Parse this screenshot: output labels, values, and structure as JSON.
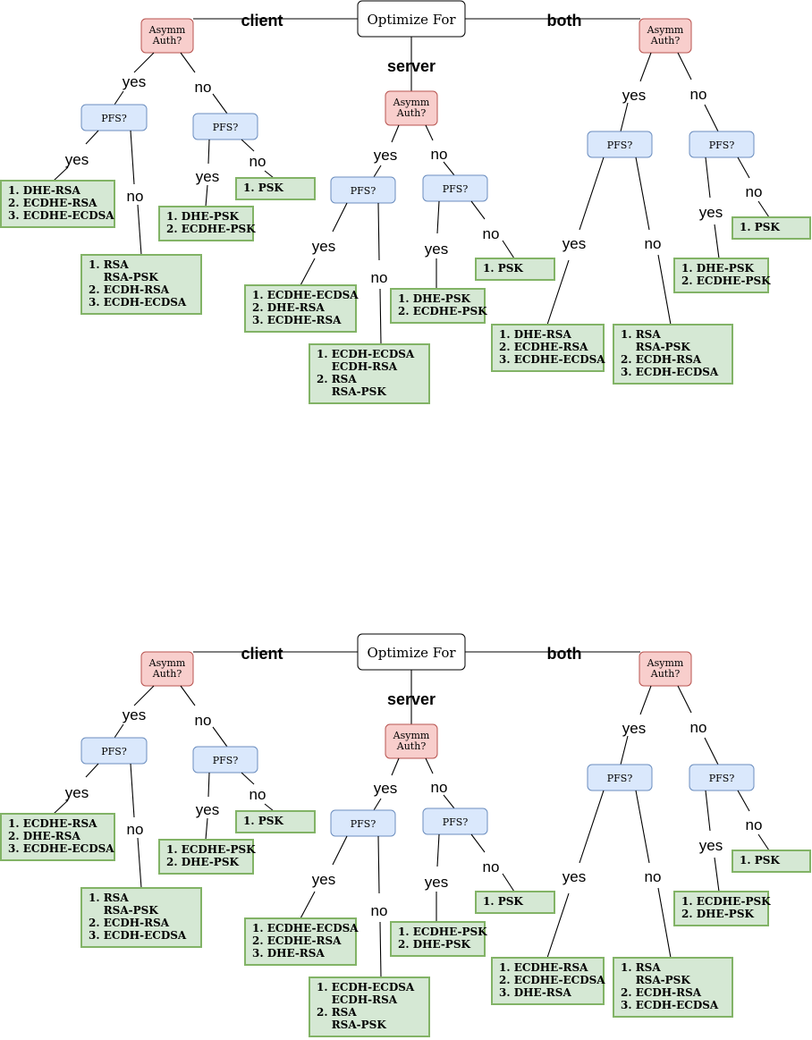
{
  "diagrams": [
    {
      "root": "Optimize For",
      "branches": {
        "client": "client",
        "server": "server",
        "both": "both"
      },
      "auth": "Asymm\nAuth?",
      "pfs": "PFS?",
      "yes": "yes",
      "no": "no",
      "leaves": {
        "client_yes_yes": [
          "1. DHE-RSA",
          "2. ECDHE-RSA",
          "3. ECDHE-ECDSA"
        ],
        "client_yes_no": [
          "1. RSA",
          "    RSA-PSK",
          "2. ECDH-RSA",
          "3. ECDH-ECDSA"
        ],
        "client_no_yes": [
          "1. DHE-PSK",
          "2. ECDHE-PSK"
        ],
        "client_no_no": [
          "1. PSK"
        ],
        "server_yes_yes": [
          "1. ECDHE-ECDSA",
          "2. DHE-RSA",
          "3. ECDHE-RSA"
        ],
        "server_yes_no": [
          "1. ECDH-ECDSA",
          "    ECDH-RSA",
          "2. RSA",
          "    RSA-PSK"
        ],
        "server_no_yes": [
          "1. DHE-PSK",
          "2. ECDHE-PSK"
        ],
        "server_no_no": [
          "1. PSK"
        ],
        "both_yes_yes": [
          "1. DHE-RSA",
          "2. ECDHE-RSA",
          "3. ECDHE-ECDSA"
        ],
        "both_yes_no": [
          "1. RSA",
          "    RSA-PSK",
          "2. ECDH-RSA",
          "3. ECDH-ECDSA"
        ],
        "both_no_yes": [
          "1. DHE-PSK",
          "2. ECDHE-PSK"
        ],
        "both_no_no": [
          "1. PSK"
        ]
      }
    },
    {
      "root": "Optimize For",
      "branches": {
        "client": "client",
        "server": "server",
        "both": "both"
      },
      "auth": "Asymm\nAuth?",
      "pfs": "PFS?",
      "yes": "yes",
      "no": "no",
      "leaves": {
        "client_yes_yes": [
          "1. ECDHE-RSA",
          "2. DHE-RSA",
          "3. ECDHE-ECDSA"
        ],
        "client_yes_no": [
          "1. RSA",
          "    RSA-PSK",
          "2. ECDH-RSA",
          "3. ECDH-ECDSA"
        ],
        "client_no_yes": [
          "1. ECDHE-PSK",
          "2. DHE-PSK"
        ],
        "client_no_no": [
          "1. PSK"
        ],
        "server_yes_yes": [
          "1. ECDHE-ECDSA",
          "2. ECDHE-RSA",
          "3. DHE-RSA"
        ],
        "server_yes_no": [
          "1. ECDH-ECDSA",
          "    ECDH-RSA",
          "2. RSA",
          "    RSA-PSK"
        ],
        "server_no_yes": [
          "1. ECDHE-PSK",
          "2. DHE-PSK"
        ],
        "server_no_no": [
          "1. PSK"
        ],
        "both_yes_yes": [
          "1. ECDHE-RSA",
          "2. ECDHE-ECDSA",
          "3. DHE-RSA"
        ],
        "both_yes_no": [
          "1. RSA",
          "    RSA-PSK",
          "2. ECDH-RSA",
          "3. ECDH-ECDSA"
        ],
        "both_no_yes": [
          "1. ECDHE-PSK",
          "2. DHE-PSK"
        ],
        "both_no_no": [
          "1. PSK"
        ]
      }
    }
  ],
  "colors": {
    "auth_fill": "#f8cecc",
    "auth_stroke": "#b85450",
    "pfs_fill": "#dae8fc",
    "pfs_stroke": "#6c8ebf",
    "leaf_fill": "#d5e8d4",
    "leaf_stroke": "#82b366"
  }
}
